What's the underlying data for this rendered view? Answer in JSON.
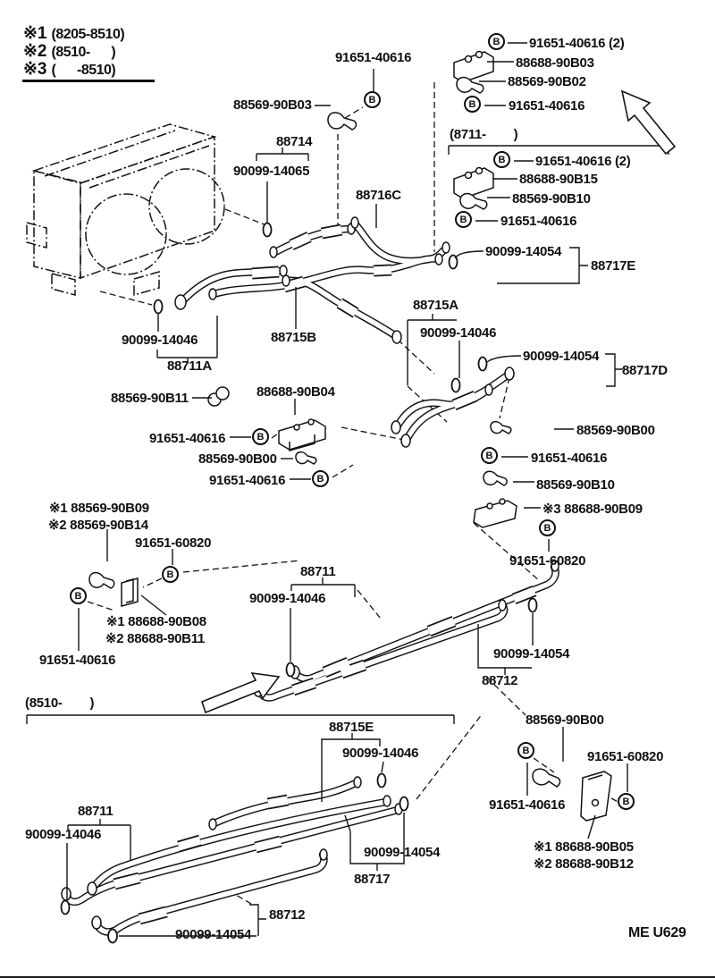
{
  "doc": {
    "footer_code": "ME U629"
  },
  "legend": {
    "items": [
      {
        "mark": "※1",
        "range": "(8205-8510)"
      },
      {
        "mark": "※2",
        "range": "(8510-      )"
      },
      {
        "mark": "※3",
        "range": "(      -8510)"
      }
    ]
  },
  "sections": {
    "header_8711": "(8711-        )",
    "header_8510": "(8510-        )"
  },
  "parts": {
    "b": "B",
    "bolt": "91651-40616",
    "bolt_x2": "91651-40616 (2)",
    "bolt_60820": "91651-60820",
    "clamp_90B03": "88569-90B03",
    "bracket_90B03": "88688-90B03",
    "clamp_90B02": "88569-90B02",
    "bracket_90B15": "88688-90B15",
    "clamp_90B10": "88569-90B10",
    "clamp_90B11": "88569-90B11",
    "bracket_90B04": "88688-90B04",
    "clamp_90B00": "88569-90B00",
    "bracket_90B09_m3": "※3 88688-90B09",
    "clamp_90B09_m1": "※1 88569-90B09",
    "clamp_90B14_m2": "※2 88569-90B14",
    "bracket_90B08_m1": "※1 88688-90B08",
    "bracket_90B11_m2": "※2 88688-90B11",
    "bracket_90B05_m1": "※1 88688-90B05",
    "bracket_90B12_m2": "※2 88688-90B12",
    "hose_88714": "88714",
    "pipe_88716C": "88716C",
    "pipe_88717E": "88717E",
    "pipe_88715A": "88715A",
    "pipe_88715B": "88715B",
    "hose_88711A": "88711A",
    "pipe_88717D": "88717D",
    "hose_88711": "88711",
    "hose_88712": "88712",
    "pipe_88715E": "88715E",
    "pipe_88717": "88717",
    "oring_14065": "90099-14065",
    "oring_14054": "90099-14054",
    "oring_14046": "90099-14046"
  }
}
